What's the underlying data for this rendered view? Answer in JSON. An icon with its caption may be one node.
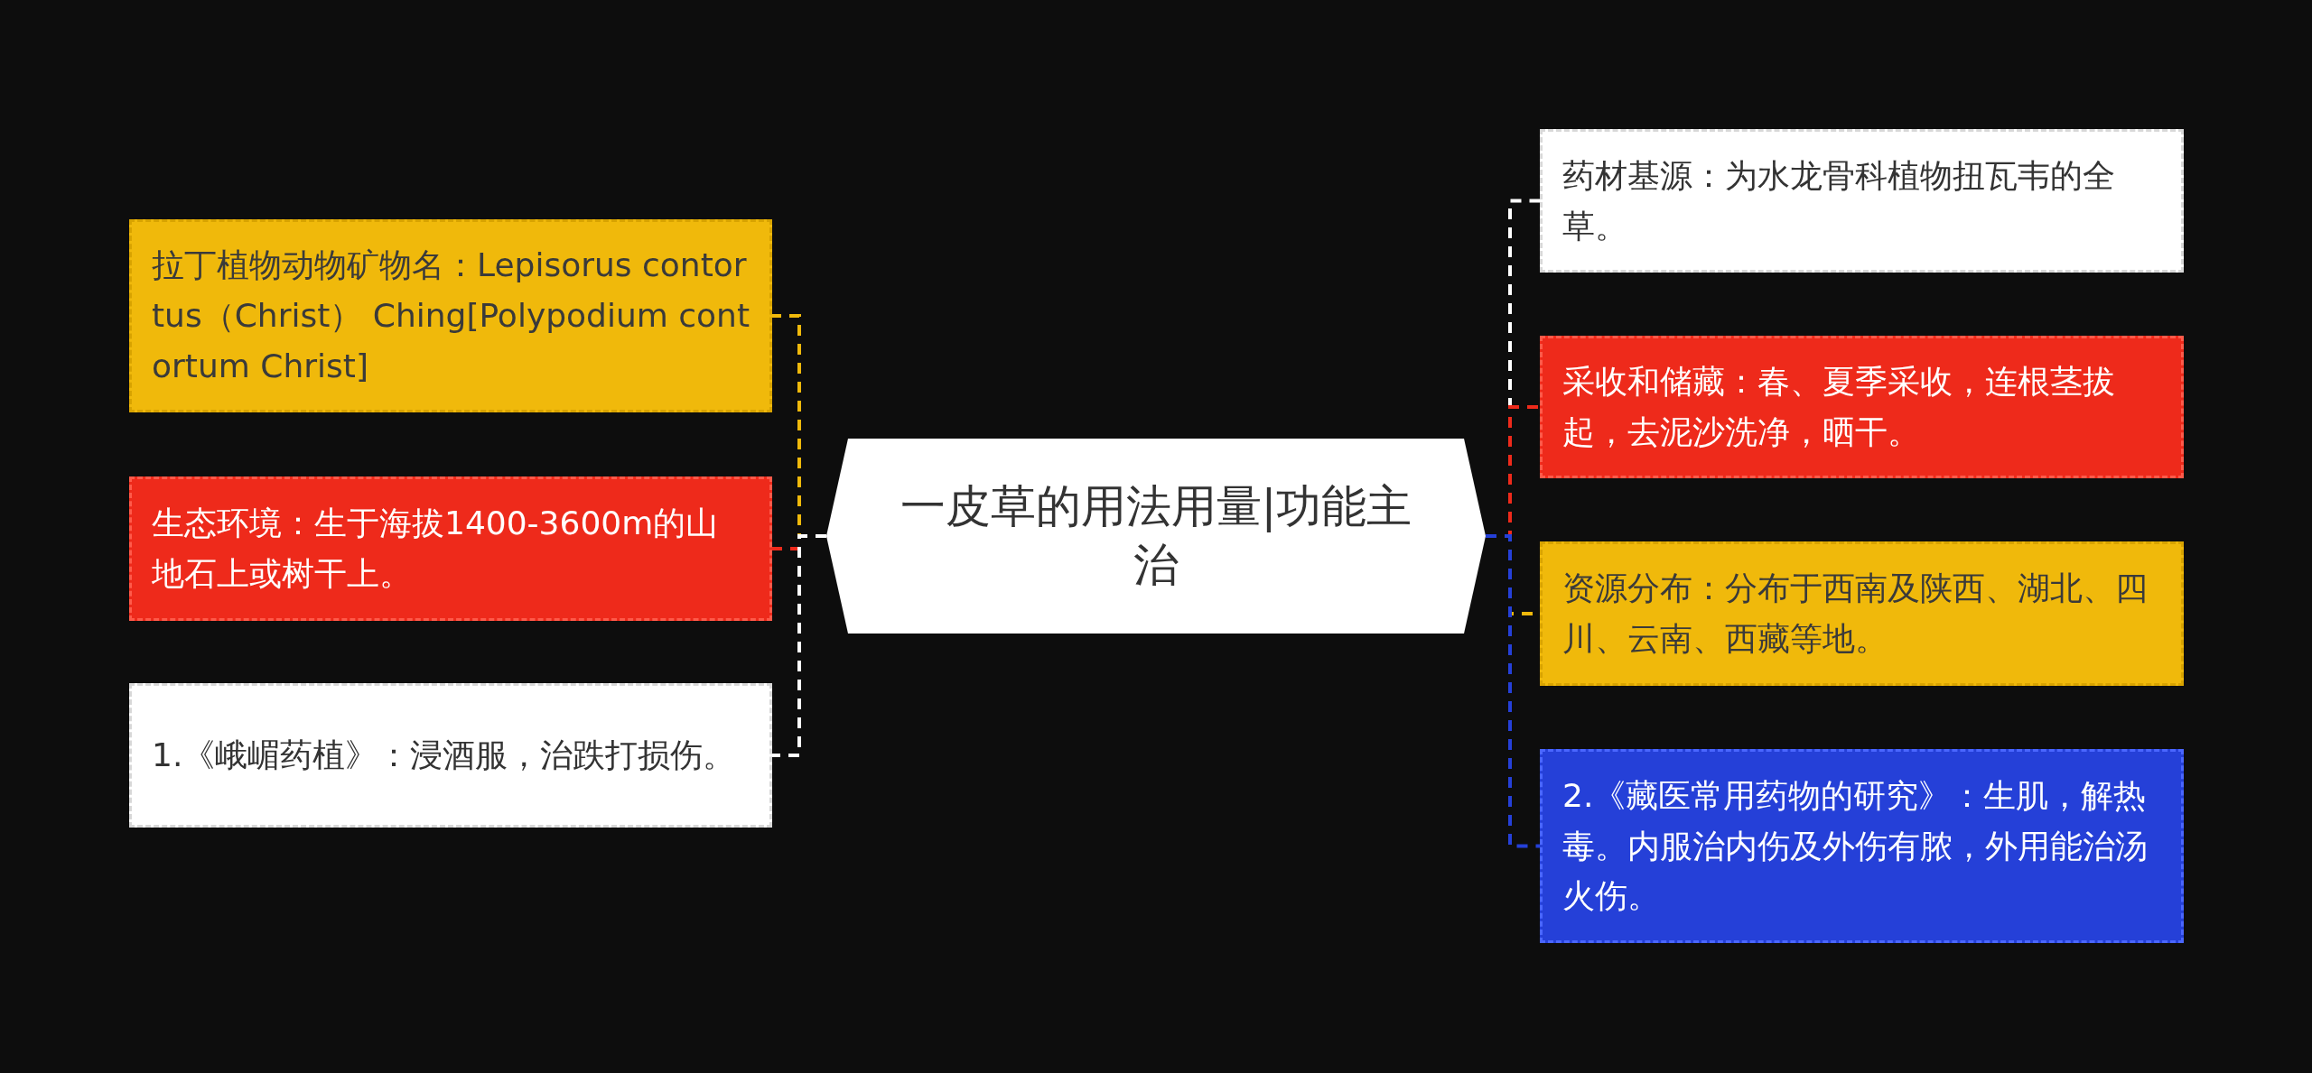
{
  "diagram": {
    "nodes": [
      {
        "text": [
          "一皮草的用法用量|功能主治"
        ]
      },
      {
        "text": [
          "拉丁植物动物矿物名：Lepisorus contortus（Christ） Ching[Polypodium contortum Christ]"
        ]
      },
      {
        "text": [
          "生态环境：生于海拔1400-3600m的山地石上或树干上。"
        ]
      },
      {
        "text": [
          "1.《峨嵋药植》：浸酒服，治跌打损伤。"
        ]
      },
      {
        "text": [
          "药材基源：为水龙骨科植物扭瓦韦的全草。"
        ]
      },
      {
        "text": [
          "采收和储藏：春、夏季采收，连根茎拔起，去泥沙洗净，晒干。"
        ]
      },
      {
        "text": [
          "资源分布：分布于西南及陕西、湖北、四川、云南、西藏等地。"
        ]
      },
      {
        "text": [
          "2.《藏医常用药物的研究》：生肌，解热毒。内服治内伤及外伤有脓，外用能治汤火伤。"
        ]
      }
    ],
    "edges": [
      {
        "from": 0,
        "to": 1,
        "arrow": "none",
        "style": "dashed",
        "color": "#f0b90b"
      },
      {
        "from": 0,
        "to": 2,
        "arrow": "none",
        "style": "dashed",
        "color": "#ee2a1b"
      },
      {
        "from": 0,
        "to": 3,
        "arrow": "none",
        "style": "dashed",
        "color": "#ffffff"
      },
      {
        "from": 0,
        "to": 4,
        "arrow": "none",
        "style": "dashed",
        "color": "#ffffff"
      },
      {
        "from": 0,
        "to": 5,
        "arrow": "none",
        "style": "dashed",
        "color": "#ee2a1b"
      },
      {
        "from": 0,
        "to": 6,
        "arrow": "none",
        "style": "dashed",
        "color": "#f0b90b"
      },
      {
        "from": 0,
        "to": 7,
        "arrow": "none",
        "style": "dashed",
        "color": "#2540d8"
      }
    ]
  }
}
